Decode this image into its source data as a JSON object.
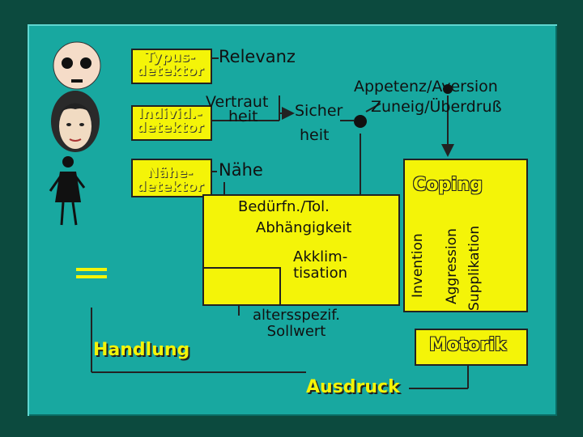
{
  "detectors": {
    "typus": "Typus-\ndetektor",
    "individ": "Individ.-\ndetektor",
    "naehe": "Nähe-\ndetektor"
  },
  "labels": {
    "relevanz": "Relevanz",
    "appetenz": "Appetenz/Aversion",
    "vertraut": "Vertraut",
    "heit1": "heit",
    "sicher": "Sicher",
    "heit2": "heit",
    "zuneig": "Zuneig/Überdruß",
    "naehe": "Nähe",
    "beduerfn": "Bedürfn./Tol.",
    "abhaengigkeit": "Abhängigkeit",
    "akklim": "Akklim-\ntisation",
    "altersspezif": "altersspezif.\nSollwert",
    "handlung": "Handlung",
    "ausdruck": "Ausdruck",
    "coping": "Coping",
    "motorik": "Motorik",
    "invention": "Invention",
    "aggression": "Aggression",
    "supplikation": "Supplikation",
    "equals": "="
  },
  "colors": {
    "background": "#0c4a3e",
    "panel": "#18a8a0",
    "box": "#f4f408",
    "line": "#222222"
  }
}
